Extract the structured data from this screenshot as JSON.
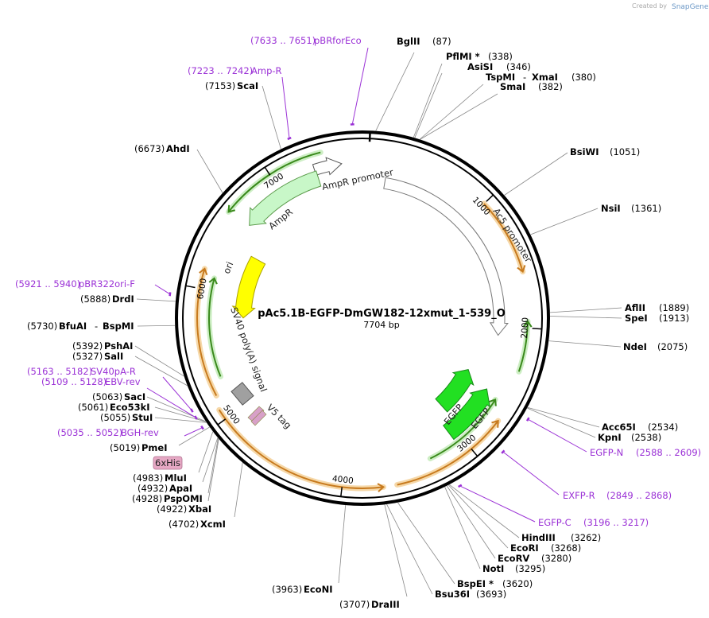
{
  "credit": {
    "prefix": "Created by",
    "brand": "SnapGene"
  },
  "map": {
    "name": "pAc5.1B-EGFP-DmGW182-12xmut_1-539_O",
    "length": "7704 bp",
    "ticks": [
      "1000",
      "2000",
      "3000",
      "4000",
      "5000",
      "6000",
      "7000"
    ]
  },
  "enzymes": [
    {
      "name": "BglII",
      "pos": "(87)"
    },
    {
      "name": "PflMI *",
      "pos": "(338)"
    },
    {
      "name": "AsiSI",
      "pos": "(346)"
    },
    {
      "name": "TspMI",
      "sep": "-",
      "name2": "XmaI",
      "pos": "(380)"
    },
    {
      "name": "SmaI",
      "pos": "(382)"
    },
    {
      "name": "BsiWI",
      "pos": "(1051)"
    },
    {
      "name": "NsiI",
      "pos": "(1361)"
    },
    {
      "name": "AflII",
      "pos": "(1889)"
    },
    {
      "name": "SpeI",
      "pos": "(1913)"
    },
    {
      "name": "NdeI",
      "pos": "(2075)"
    },
    {
      "name": "Acc65I",
      "pos": "(2534)"
    },
    {
      "name": "KpnI",
      "pos": "(2538)"
    },
    {
      "name": "HindIII",
      "pos": "(3262)"
    },
    {
      "name": "EcoRI",
      "pos": "(3268)"
    },
    {
      "name": "EcoRV",
      "pos": "(3280)"
    },
    {
      "name": "NotI",
      "pos": "(3295)"
    },
    {
      "name": "BspEI *",
      "pos": "(3620)"
    },
    {
      "name": "Bsu36I",
      "pos": "(3693)"
    },
    {
      "name": "DraIII",
      "pos": "(3707)"
    },
    {
      "name": "EcoNI",
      "pos": "(3963)"
    },
    {
      "name": "XcmI",
      "pos": "(4702)"
    },
    {
      "name": "XbaI",
      "pos": "(4922)"
    },
    {
      "name": "PspOMI",
      "pos": "(4928)"
    },
    {
      "name": "ApaI",
      "pos": "(4932)"
    },
    {
      "name": "MluI",
      "pos": "(4983)"
    },
    {
      "name": "PmeI",
      "pos": "(5019)"
    },
    {
      "name": "StuI",
      "pos": "(5055)"
    },
    {
      "name": "Eco53kI",
      "pos": "(5061)"
    },
    {
      "name": "SacI",
      "pos": "(5063)"
    },
    {
      "name": "SalI",
      "pos": "(5327)"
    },
    {
      "name": "PshAI",
      "pos": "(5392)"
    },
    {
      "name": "BfuAI",
      "sep": "-",
      "name2": "BspMI",
      "pos": "(5730)"
    },
    {
      "name": "DrdI",
      "pos": "(5888)"
    },
    {
      "name": "AhdI",
      "pos": "(6673)"
    },
    {
      "name": "ScaI",
      "pos": "(7153)"
    }
  ],
  "primers": [
    {
      "name": "pBRforEco",
      "range": "(7633 .. 7651)"
    },
    {
      "name": "Amp-R",
      "range": "(7223 .. 7242)"
    },
    {
      "name": "pBR322ori-F",
      "range": "(5921 .. 5940)"
    },
    {
      "name": "SV40pA-R",
      "range": "(5163 .. 5182)"
    },
    {
      "name": "EBV-rev",
      "range": "(5109 .. 5128)"
    },
    {
      "name": "BGH-rev",
      "range": "(5035 .. 5052)"
    },
    {
      "name": "EGFP-N",
      "range": "(2588 .. 2609)"
    },
    {
      "name": "EXFP-R",
      "range": "(2849 .. 2868)"
    },
    {
      "name": "EGFP-C",
      "range": "(3196 .. 3217)"
    }
  ],
  "features": {
    "ampr_promoter": "AmpR promoter",
    "ampr": "AmpR",
    "ori": "ori",
    "ac5": "Ac5 promoter",
    "sv40": "SV40 poly(A) signal",
    "v5": "V5 tag",
    "his": "6xHis",
    "egfp1": "EGFP",
    "egfp2": "EGFP"
  },
  "colors": {
    "backbone": "#000000",
    "enzyme_line": "#888888",
    "primer": "#9b32d6",
    "orf_fill": "#f6d8a8",
    "orf_core": "#c77a1e",
    "primer_bind_fill": "#cdeec4",
    "primer_bind_core": "#3a8a1c",
    "egfp": "#22e022",
    "ampr": "#c8f7c8",
    "ori": "#ffff00",
    "promoter": "#ffffff",
    "polya": "#a0a0a0",
    "v5": "#d8a0c8",
    "his_badge": "#e6a8c4"
  }
}
